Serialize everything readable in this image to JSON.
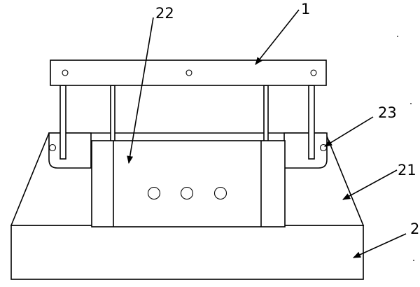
{
  "labels": {
    "part_1": "1",
    "part_22": "22",
    "part_23": "23",
    "part_21": "21",
    "part_2": "2"
  }
}
